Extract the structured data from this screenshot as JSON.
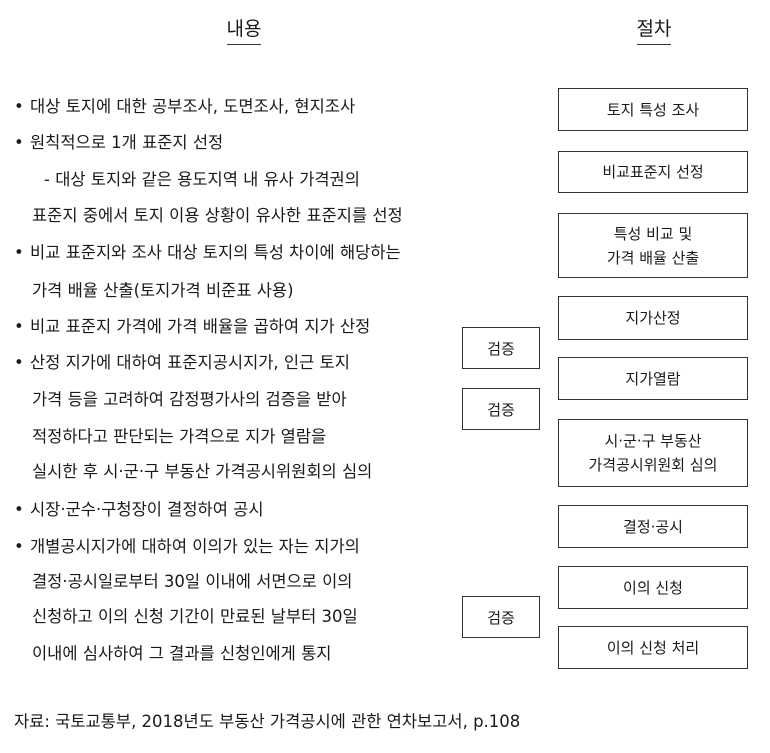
{
  "headers": {
    "content": "내용",
    "procedure": "절차"
  },
  "bullet_char": "•",
  "content_lines": [
    {
      "bullet": true,
      "text": "대상 토지에 대한 공부조사, 도면조사, 현지조사"
    },
    {
      "bullet": true,
      "text": "원칙적으로 1개 표준지 선정"
    },
    {
      "bullet": false,
      "text": "- 대상 토지와 같은 용도지역 내 유사 가격권의"
    },
    {
      "bullet": false,
      "text": "표준지 중에서 토지 이용 상황이 유사한 표준지를 선정"
    },
    {
      "bullet": true,
      "text": "비교 표준지와 조사 대상 토지의 특성 차이에 해당하는"
    },
    {
      "bullet": false,
      "text": "가격 배율 산출(토지가격 비준표 사용)"
    },
    {
      "bullet": true,
      "text": "비교 표준지 가격에 가격 배율을 곱하여 지가 산정"
    },
    {
      "bullet": true,
      "text": "산정 지가에 대하여 표준지공시지가, 인근 토지"
    },
    {
      "bullet": false,
      "text": "가격 등을 고려하여 감정평가사의 검증을 받아"
    },
    {
      "bullet": false,
      "text": "적정하다고 판단되는 가격으로 지가 열람을"
    },
    {
      "bullet": false,
      "text": "실시한 후 시·군·구 부동산 가격공시위원회의 심의"
    },
    {
      "bullet": true,
      "text": "시장·군수·구청장이 결정하여 공시"
    },
    {
      "bullet": true,
      "text": "개별공시지가에 대하여 이의가 있는 자는 지가의"
    },
    {
      "bullet": false,
      "text": "결정·공시일로부터 30일 이내에 서면으로 이의"
    },
    {
      "bullet": false,
      "text": "신청하고 이의 신청 기간이 만료된 날부터 30일"
    },
    {
      "bullet": false,
      "text": "이내에 심사하여 그 결과를 신청인에게 통지"
    }
  ],
  "procedure_steps": [
    {
      "line1": "토지 특성 조사",
      "line2": ""
    },
    {
      "line1": "비교표준지 선정",
      "line2": ""
    },
    {
      "line1": "특성 비교 및",
      "line2": "가격 배율 산출"
    },
    {
      "line1": "지가산정",
      "line2": ""
    },
    {
      "line1": "지가열람",
      "line2": ""
    },
    {
      "line1": "시·군·구 부동산",
      "line2": "가격공시위원회 심의"
    },
    {
      "line1": "결정·공시",
      "line2": ""
    },
    {
      "line1": "이의 신청",
      "line2": ""
    },
    {
      "line1": "이의 신청 처리",
      "line2": ""
    }
  ],
  "verification_label": "검증",
  "source": "자료: 국토교통부, 2018년도 부동산 가격공시에 관한 연차보고서, p.108"
}
